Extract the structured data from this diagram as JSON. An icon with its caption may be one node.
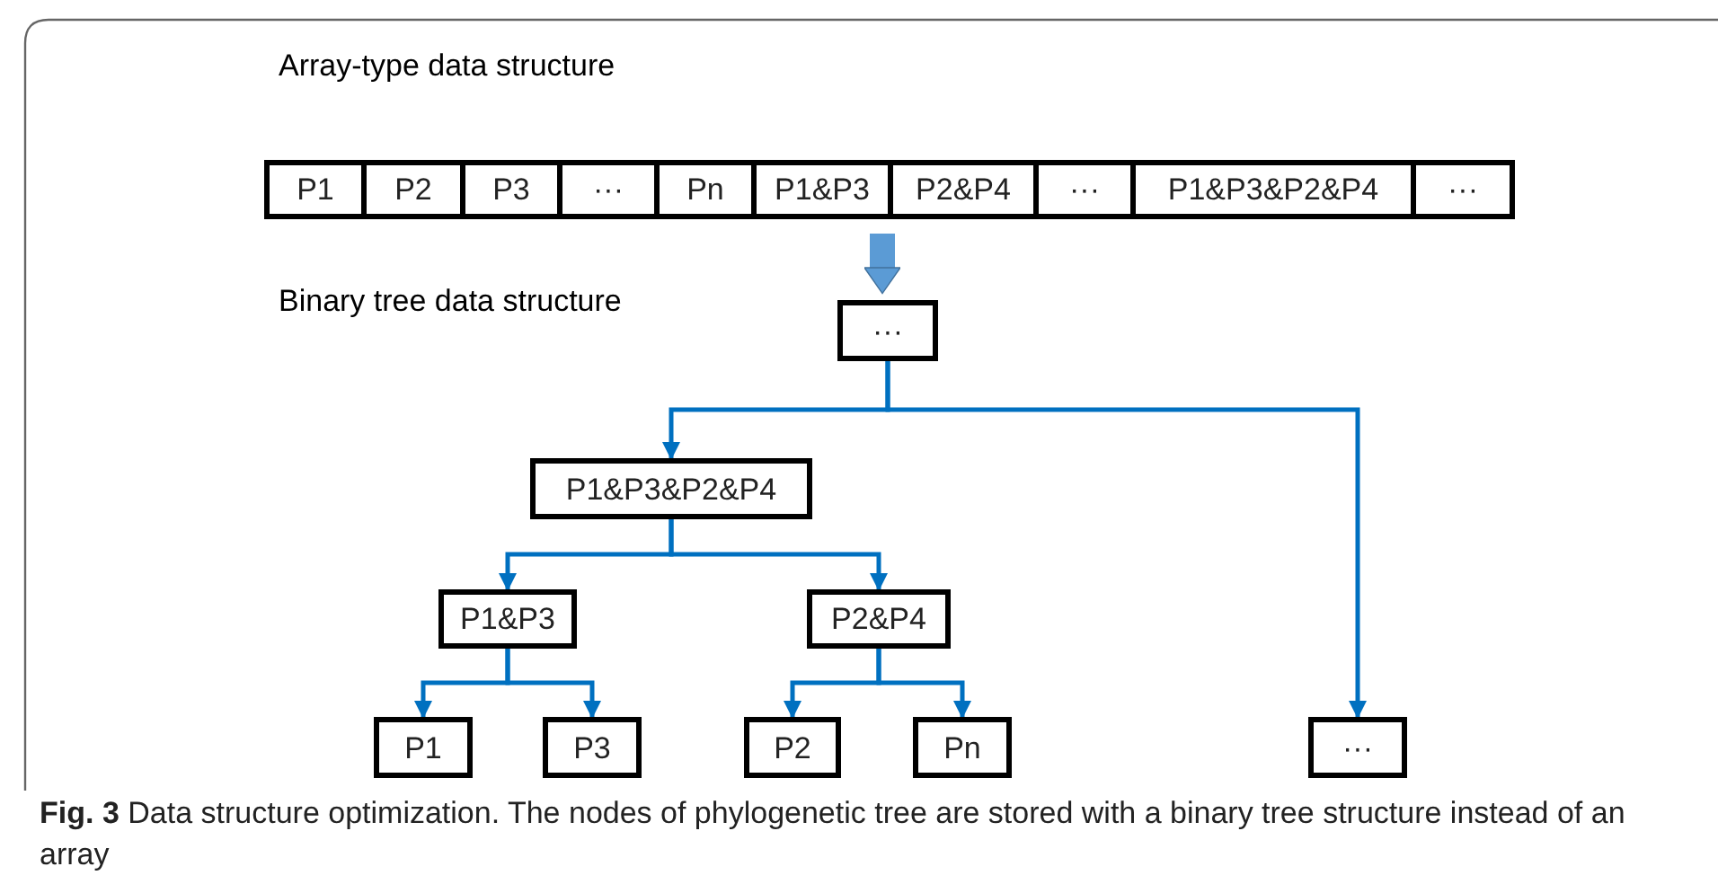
{
  "diagram": {
    "caption": "**Fig. 3** Data structure optimization. The nodes of phylogenetic tree are stored with a binary tree structure instead of an array",
    "nodes": [
      {
        "text": [],
        "shape": "bar"
      },
      {
        "text": [
          "P1"
        ],
        "in": 0
      },
      {
        "text": [
          "P2"
        ],
        "in": 0
      },
      {
        "text": [
          "P3"
        ],
        "in": 0
      },
      {
        "text": [
          "···"
        ],
        "in": 0
      },
      {
        "text": [
          "Pn"
        ],
        "in": 0
      },
      {
        "text": [
          "P1&P3"
        ],
        "in": 0
      },
      {
        "text": [
          "P2&P4"
        ],
        "in": 0
      },
      {
        "text": [
          "···"
        ],
        "in": 0
      },
      {
        "text": [
          "P1&P3&P2&P4"
        ],
        "in": 0
      },
      {
        "text": [
          "···"
        ],
        "in": 0
      },
      {
        "text": [
          "···"
        ]
      },
      {
        "text": [
          "P1&P3&P2&P4"
        ]
      },
      {
        "text": [
          "P1&P3"
        ]
      },
      {
        "text": [
          "P2&P4"
        ]
      },
      {
        "text": [
          "P1"
        ]
      },
      {
        "text": [
          "P3"
        ]
      },
      {
        "text": [
          "P2"
        ]
      },
      {
        "text": [
          "Pn"
        ]
      },
      {
        "text": [
          "···"
        ]
      }
    ],
    "edges": [
      {
        "from": 0,
        "to": 11,
        "arrow": "to",
        "style": "thick",
        "color": "#5b9bd5"
      },
      {
        "from": 11,
        "to": 12,
        "arrow": "to"
      },
      {
        "from": 11,
        "to": 19,
        "arrow": "to"
      },
      {
        "from": 12,
        "to": 13,
        "arrow": "to"
      },
      {
        "from": 12,
        "to": 14,
        "arrow": "to"
      },
      {
        "from": 13,
        "to": 15,
        "arrow": "to"
      },
      {
        "from": 13,
        "to": 16,
        "arrow": "to"
      },
      {
        "from": 14,
        "to": 17,
        "arrow": "to"
      },
      {
        "from": 14,
        "to": 18,
        "arrow": "to"
      }
    ],
    "labels": [
      "Array-type data structure",
      "Binary tree data structure"
    ]
  }
}
